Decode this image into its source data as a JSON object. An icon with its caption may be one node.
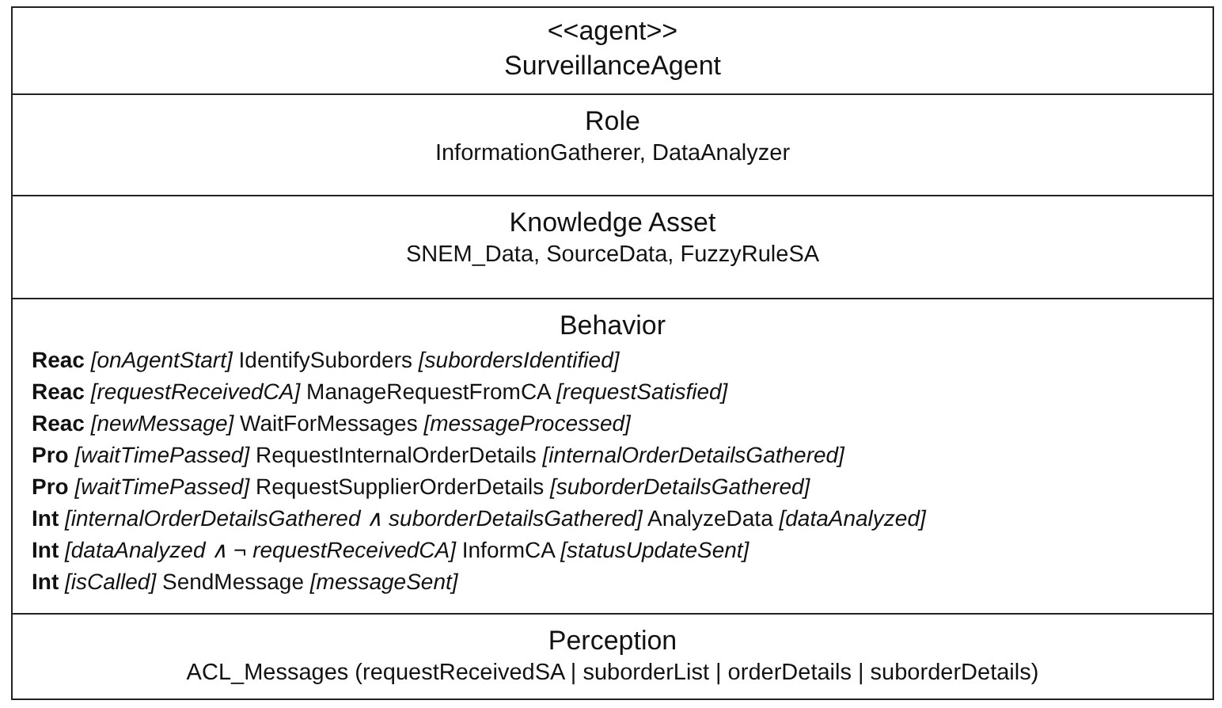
{
  "diagram": {
    "nodes": [
      {
        "text": [],
        "shape": "box"
      },
      {
        "text": [
          "<<agent>>",
          "SurveillanceAgent"
        ],
        "in": 0
      },
      {
        "text": [
          "Role",
          "InformationGatherer, DataAnalyzer"
        ],
        "in": 0
      },
      {
        "text": [
          "Knowledge Asset",
          "SNEM_Data, SourceData, FuzzyRuleSA"
        ],
        "in": 0
      },
      {
        "text": [
          "Behavior",
          "**Reac** *[onAgentStart]* IdentifySuborders *[subordersIdentified]*",
          "**Reac** *[requestReceivedCA]* ManageRequestFromCA *[requestSatisfied]*",
          "**Reac** *[newMessage]* WaitForMessages *[messageProcessed]*",
          "**Pro** *[waitTimePassed]* RequestInternalOrderDetails *[internalOrderDetailsGathered]*",
          "**Pro** *[waitTimePassed]* RequestSupplierOrderDetails *[suborderDetailsGathered]*",
          "**Int** *[internalOrderDetailsGathered ∧ suborderDetailsGathered]* AnalyzeData *[dataAnalyzed]*",
          "**Int** *[dataAnalyzed ∧ ¬ requestReceivedCA]* InformCA *[statusUpdateSent]*",
          "**Int** *[isCalled]* SendMessage *[messageSent]*"
        ],
        "in": 0
      },
      {
        "text": [
          "Perception",
          "ACL_Messages (requestReceivedSA | suborderList | orderDetails | suborderDetails)"
        ],
        "in": 0
      }
    ]
  }
}
